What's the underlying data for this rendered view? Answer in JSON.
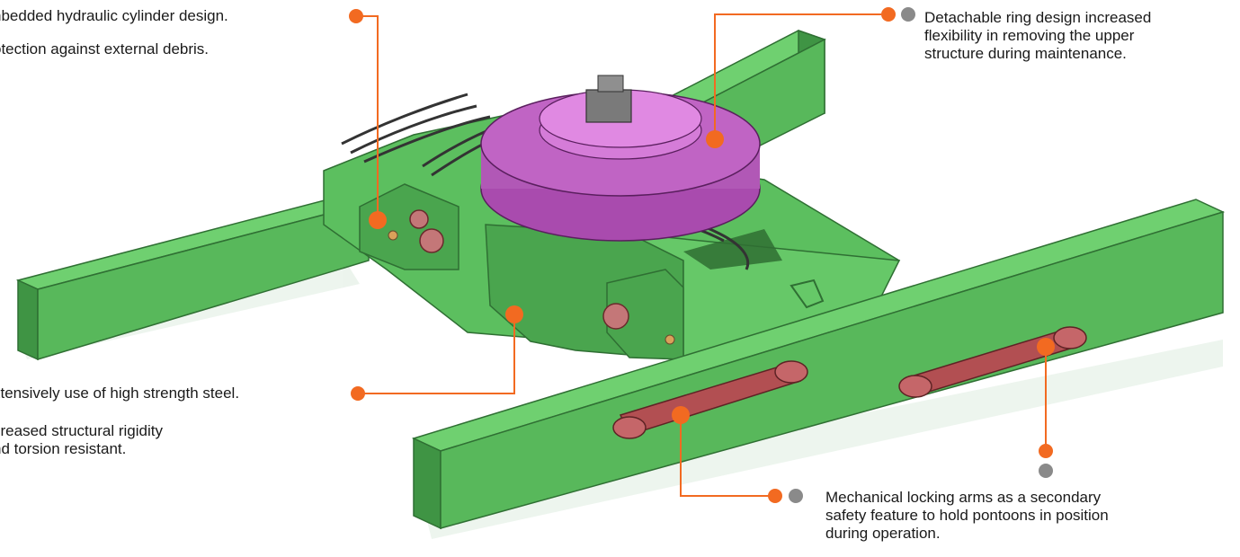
{
  "callouts": {
    "hydraulic_line1": "nbedded hydraulic cylinder design.",
    "hydraulic_line2": "otection against external debris.",
    "ring": "Detachable ring design increased\nflexibility in removing the upper\nstructure during maintenance.",
    "steel_line1": "xtensively use of high strength steel.",
    "steel_line2": "creased structural rigidity\nnd torsion resistant.",
    "locking": "Mechanical locking arms as a secondary\nsafety feature to hold pontoons in position\nduring operation."
  },
  "colors": {
    "frame_green": "#5cbf5f",
    "frame_dark_green": "#3d8f42",
    "ring_magenta": "#c064c4",
    "arm_red": "#b24f52",
    "marker_orange": "#f26a21",
    "marker_gray": "#8a8a8a",
    "leader_orange": "#f26a21"
  }
}
